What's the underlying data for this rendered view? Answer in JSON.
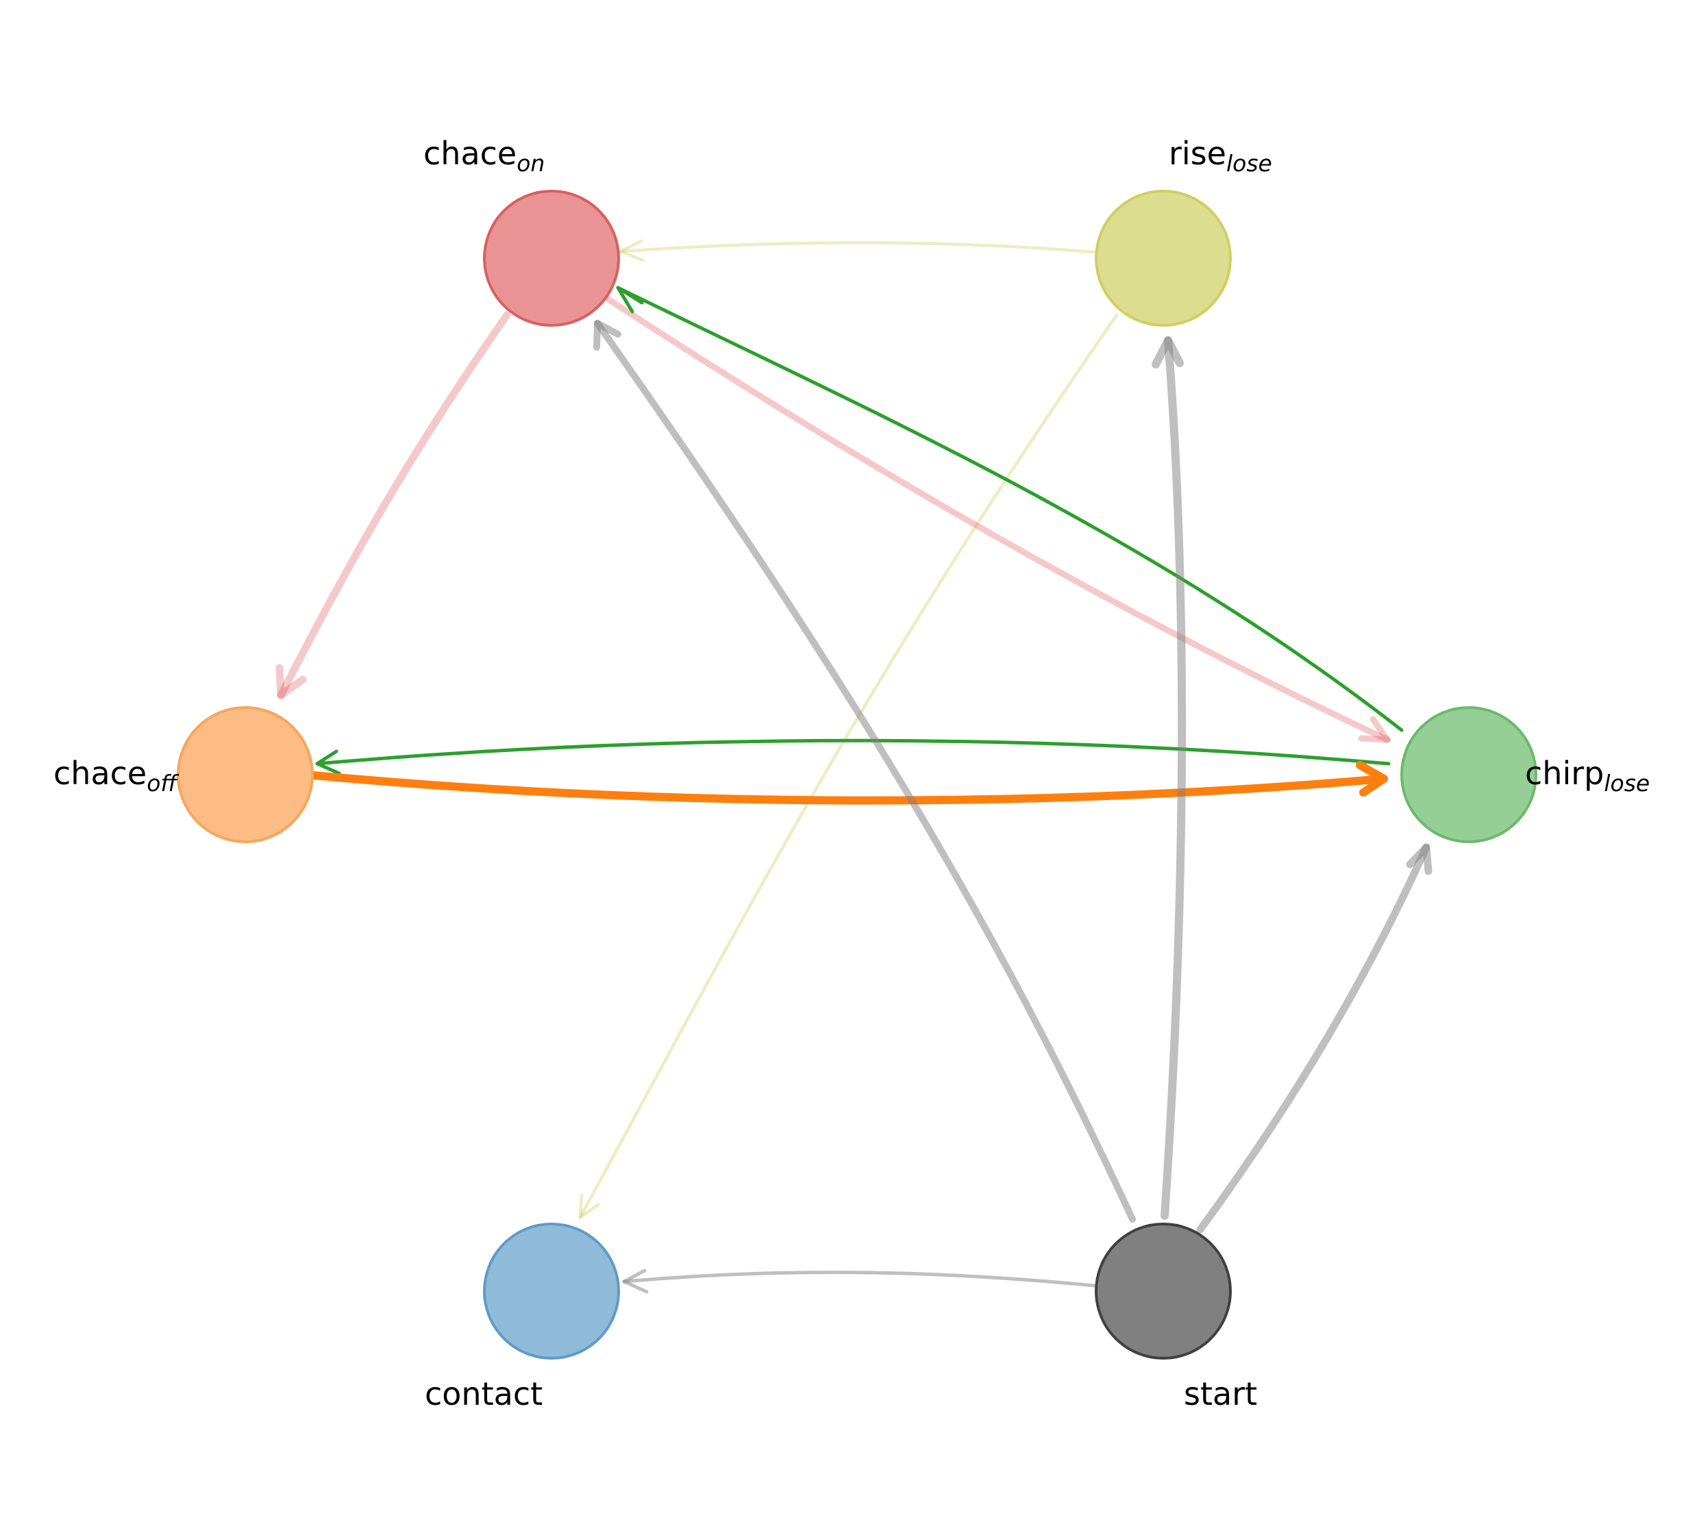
{
  "nodes": [
    {
      "id": "chace_on",
      "label": "chace",
      "subscript": "on",
      "color": "#d62728"
    },
    {
      "id": "rise_lose",
      "label": "rise",
      "subscript": "lose",
      "color": "#bcbd22"
    },
    {
      "id": "chace_off",
      "label": "chace",
      "subscript": "off",
      "color": "#ff7f0e"
    },
    {
      "id": "chirp_lose",
      "label": "chirp",
      "subscript": "lose",
      "color": "#2ca02c"
    },
    {
      "id": "contact",
      "label": "contact",
      "subscript": "",
      "color": "#1f77b4"
    },
    {
      "id": "start",
      "label": "start",
      "subscript": "",
      "color": "#000000"
    }
  ],
  "edges": [
    {
      "from": "rise_lose",
      "to": "chace_on",
      "color": "#bcbd22"
    },
    {
      "from": "rise_lose",
      "to": "contact",
      "color": "#bcbd22"
    },
    {
      "from": "chace_on",
      "to": "chace_off",
      "color": "#d62728"
    },
    {
      "from": "chace_on",
      "to": "chirp_lose",
      "color": "#d62728"
    },
    {
      "from": "chirp_lose",
      "to": "chace_on",
      "color": "#2ca02c"
    },
    {
      "from": "chirp_lose",
      "to": "chace_off",
      "color": "#2ca02c"
    },
    {
      "from": "chace_off",
      "to": "chirp_lose",
      "color": "#ff7f0e"
    },
    {
      "from": "start",
      "to": "chace_on",
      "color": "#808080"
    },
    {
      "from": "start",
      "to": "rise_lose",
      "color": "#808080"
    },
    {
      "from": "start",
      "to": "chirp_lose",
      "color": "#808080"
    },
    {
      "from": "start",
      "to": "contact",
      "color": "#808080"
    }
  ]
}
